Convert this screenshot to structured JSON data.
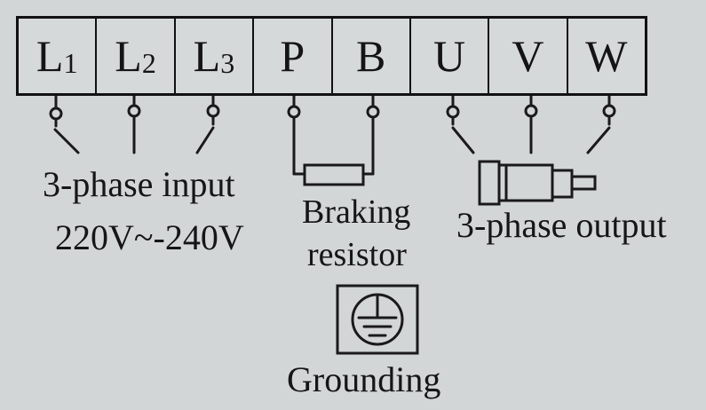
{
  "terminals": [
    {
      "id": "L1",
      "main": "L",
      "sub": "1"
    },
    {
      "id": "L2",
      "main": "L",
      "sub": "2"
    },
    {
      "id": "L3",
      "main": "L",
      "sub": "3"
    },
    {
      "id": "P",
      "main": "P",
      "sub": ""
    },
    {
      "id": "B",
      "main": "B",
      "sub": ""
    },
    {
      "id": "U",
      "main": "U",
      "sub": ""
    },
    {
      "id": "V",
      "main": "V",
      "sub": ""
    },
    {
      "id": "W",
      "main": "W",
      "sub": ""
    }
  ],
  "input": {
    "title": "3-phase input",
    "range": "220V~-240V"
  },
  "braking": {
    "line1": "Braking",
    "line2": "resistor"
  },
  "output": {
    "title": "3-phase output"
  },
  "grounding": {
    "label": "Grounding"
  },
  "icons": {
    "motor": "motor-icon",
    "ground": "ground-symbol-icon",
    "resistor": "resistor-icon"
  },
  "colors": {
    "background": "#d3d6d7",
    "ink": "#141414"
  }
}
